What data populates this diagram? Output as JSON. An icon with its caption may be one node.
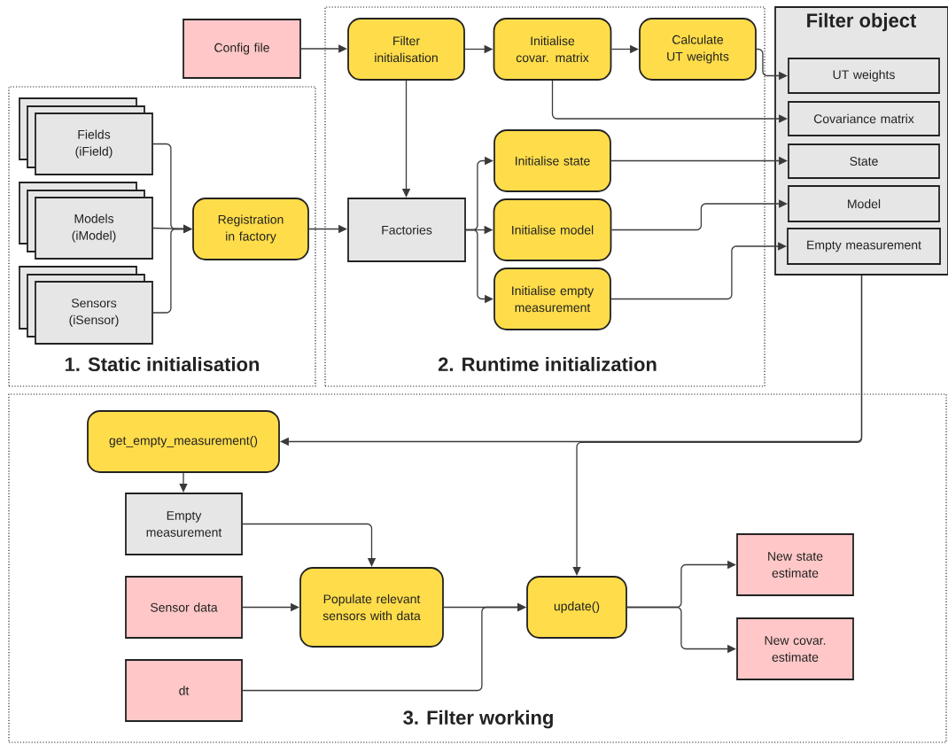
{
  "diagram": {
    "nodes": [
      {
        "text": [
          "1. Static initialisation"
        ]
      },
      {
        "text": [
          "Fields (iField)"
        ],
        "in": 0
      },
      {
        "text": [
          "Models (iModel)"
        ],
        "in": 0
      },
      {
        "text": [
          "Sensors (iSensor)"
        ],
        "in": 0
      },
      {
        "text": [
          "Registration in factory"
        ],
        "in": 0
      },
      {
        "text": [
          "Config file"
        ]
      },
      {
        "text": [
          "2. Runtime initialization"
        ]
      },
      {
        "text": [
          "Filter initialisation"
        ],
        "in": 6
      },
      {
        "text": [
          "Initialise covar. matrix"
        ],
        "in": 6
      },
      {
        "text": [
          "Calculate UT weights"
        ],
        "in": 6
      },
      {
        "text": [
          "Factories"
        ],
        "in": 6
      },
      {
        "text": [
          "Initialise state"
        ],
        "in": 6
      },
      {
        "text": [
          "Initialise model"
        ],
        "in": 6
      },
      {
        "text": [
          "Initialise empty measurement"
        ],
        "in": 6
      },
      {
        "text": [
          "Filter object"
        ]
      },
      {
        "text": [
          "UT weights"
        ],
        "in": 14
      },
      {
        "text": [
          "Covariance matrix"
        ],
        "in": 14
      },
      {
        "text": [
          "State"
        ],
        "in": 14
      },
      {
        "text": [
          "Model"
        ],
        "in": 14
      },
      {
        "text": [
          "Empty measurement"
        ],
        "in": 14
      },
      {
        "text": [
          "3. Filter working"
        ]
      },
      {
        "text": [
          "get_empty_measurement()"
        ],
        "in": 20
      },
      {
        "text": [
          "Empty measurement"
        ],
        "in": 20
      },
      {
        "text": [
          "Sensor data"
        ],
        "in": 20
      },
      {
        "text": [
          "Populate relevant sensors with data"
        ],
        "in": 20
      },
      {
        "text": [
          "dt"
        ],
        "in": 20
      },
      {
        "text": [
          "update()"
        ],
        "in": 20
      },
      {
        "text": [
          "New state estimate"
        ],
        "in": 20
      },
      {
        "text": [
          "New covar. estimate"
        ],
        "in": 20
      }
    ],
    "edges": [
      {
        "from": 1,
        "to": 4,
        "arrow": "to"
      },
      {
        "from": 2,
        "to": 4,
        "arrow": "to"
      },
      {
        "from": 3,
        "to": 4,
        "arrow": "to"
      },
      {
        "from": 4,
        "to": 10,
        "arrow": "to"
      },
      {
        "from": 5,
        "to": 7,
        "arrow": "to"
      },
      {
        "from": 7,
        "to": 8,
        "arrow": "to"
      },
      {
        "from": 8,
        "to": 9,
        "arrow": "to"
      },
      {
        "from": 7,
        "to": 10,
        "arrow": "to"
      },
      {
        "from": 9,
        "to": 15,
        "arrow": "to"
      },
      {
        "from": 8,
        "to": 16,
        "arrow": "to"
      },
      {
        "from": 10,
        "to": 11,
        "arrow": "to"
      },
      {
        "from": 10,
        "to": 12,
        "arrow": "to"
      },
      {
        "from": 10,
        "to": 13,
        "arrow": "to"
      },
      {
        "from": 11,
        "to": 17,
        "arrow": "to"
      },
      {
        "from": 12,
        "to": 18,
        "arrow": "to"
      },
      {
        "from": 13,
        "to": 19,
        "arrow": "to"
      },
      {
        "from": 14,
        "to": 21,
        "arrow": "to"
      },
      {
        "from": 14,
        "to": 26,
        "arrow": "to"
      },
      {
        "from": 21,
        "to": 22,
        "arrow": "to"
      },
      {
        "from": 22,
        "to": 24,
        "arrow": "to"
      },
      {
        "from": 23,
        "to": 24,
        "arrow": "to"
      },
      {
        "from": 24,
        "to": 26,
        "arrow": "to"
      },
      {
        "from": 25,
        "to": 26,
        "arrow": "to"
      },
      {
        "from": 26,
        "to": 27,
        "arrow": "to"
      },
      {
        "from": 26,
        "to": 28,
        "arrow": "to"
      }
    ]
  }
}
